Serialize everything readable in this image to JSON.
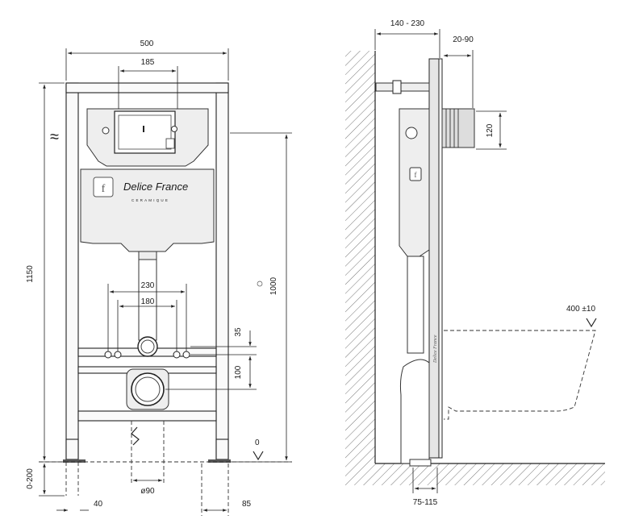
{
  "brand": {
    "name": "Delice France",
    "subtitle": "CERAMIQUE",
    "logo_letter": "f"
  },
  "front_view": {
    "dim_width": "500",
    "dim_button_width": "185",
    "dim_height_total": "1150",
    "dim_height_frame": "1000",
    "dim_bolt_outer": "230",
    "dim_bolt_inner": "180",
    "dim_bolt_offset": "35",
    "dim_drain_offset": "100",
    "dim_leg_adjust": "0-200",
    "dim_drain_diameter": "ø90",
    "dim_foot_left": "40",
    "dim_foot_right": "85",
    "floor_mark": "0",
    "water_symbol": "≈"
  },
  "side_view": {
    "dim_wall_depth": "140 - 230",
    "dim_panel_thickness": "20-90",
    "dim_pipe_height": "120",
    "dim_bowl_height": "400 ±10",
    "dim_drain_depth": "75-115"
  }
}
